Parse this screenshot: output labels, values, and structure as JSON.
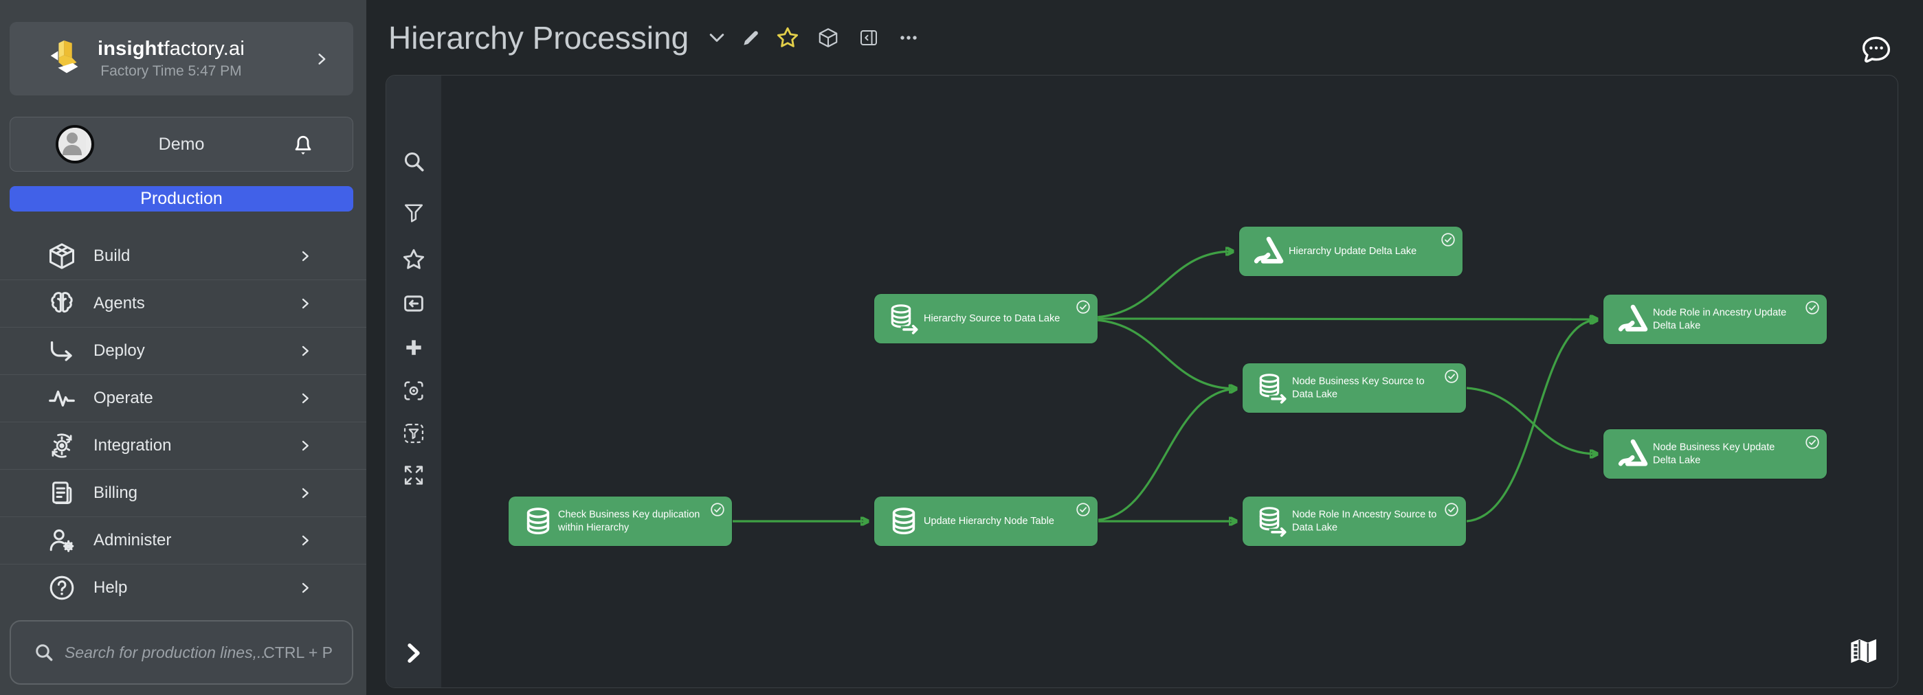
{
  "brand": {
    "name_bold": "insight",
    "name_regular": "factory.ai",
    "subtitle": "Factory Time 5:47 PM"
  },
  "user": {
    "name": "Demo"
  },
  "environment": {
    "label": "Production"
  },
  "menu": {
    "items": [
      {
        "label": "Build",
        "icon": "cube-icon"
      },
      {
        "label": "Agents",
        "icon": "brain-icon"
      },
      {
        "label": "Deploy",
        "icon": "deploy-arrow-icon"
      },
      {
        "label": "Operate",
        "icon": "pulse-icon"
      },
      {
        "label": "Integration",
        "icon": "integration-gear-icon"
      },
      {
        "label": "Billing",
        "icon": "invoice-icon"
      },
      {
        "label": "Administer",
        "icon": "user-gear-icon"
      },
      {
        "label": "Help",
        "icon": "help-icon"
      }
    ]
  },
  "search": {
    "placeholder": "Search for production lines,...",
    "shortcut": "CTRL + P"
  },
  "topbar": {
    "title": "Hierarchy Processing"
  },
  "tool_rail": [
    "search",
    "filter",
    "favorites",
    "collapse-panel",
    "add",
    "focus-scan",
    "filter-area",
    "fit-view",
    "expand-rail"
  ],
  "graph": {
    "nodes": [
      {
        "label": "Hierarchy Update Delta Lake",
        "icon": "delta-lake-icon",
        "status": "completed"
      },
      {
        "label": "Hierarchy Source to Data Lake",
        "icon": "database-export-icon",
        "status": "completed"
      },
      {
        "label": "Node Role in Ancestry Update Delta Lake",
        "icon": "delta-lake-icon",
        "status": "completed"
      },
      {
        "label": "Node Business Key Source to Data Lake",
        "icon": "database-export-icon",
        "status": "completed"
      },
      {
        "label": "Node Business Key Update Delta Lake",
        "icon": "delta-lake-icon",
        "status": "completed"
      },
      {
        "label": "Check Business Key duplication within Hierarchy",
        "icon": "database-icon",
        "status": "completed"
      },
      {
        "label": "Update Hierarchy Node Table",
        "icon": "database-icon",
        "status": "completed"
      },
      {
        "label": "Node Role In Ancestry Source to Data Lake",
        "icon": "database-export-icon",
        "status": "completed"
      }
    ],
    "edges": [
      {
        "from": 5,
        "to": 6
      },
      {
        "from": 6,
        "to": 3
      },
      {
        "from": 6,
        "to": 7
      },
      {
        "from": 1,
        "to": 0
      },
      {
        "from": 1,
        "to": 2
      },
      {
        "from": 1,
        "to": 3
      },
      {
        "from": 3,
        "to": 4
      },
      {
        "from": 7,
        "to": 2
      }
    ]
  },
  "colors": {
    "node_green": "#4da266",
    "edge_green": "#3fa044",
    "production_blue": "#4161e8",
    "favorite_star_yellow": "#e3cf4a",
    "sidebar_gray": "#3e4347",
    "canvas_dark": "#22262a"
  }
}
